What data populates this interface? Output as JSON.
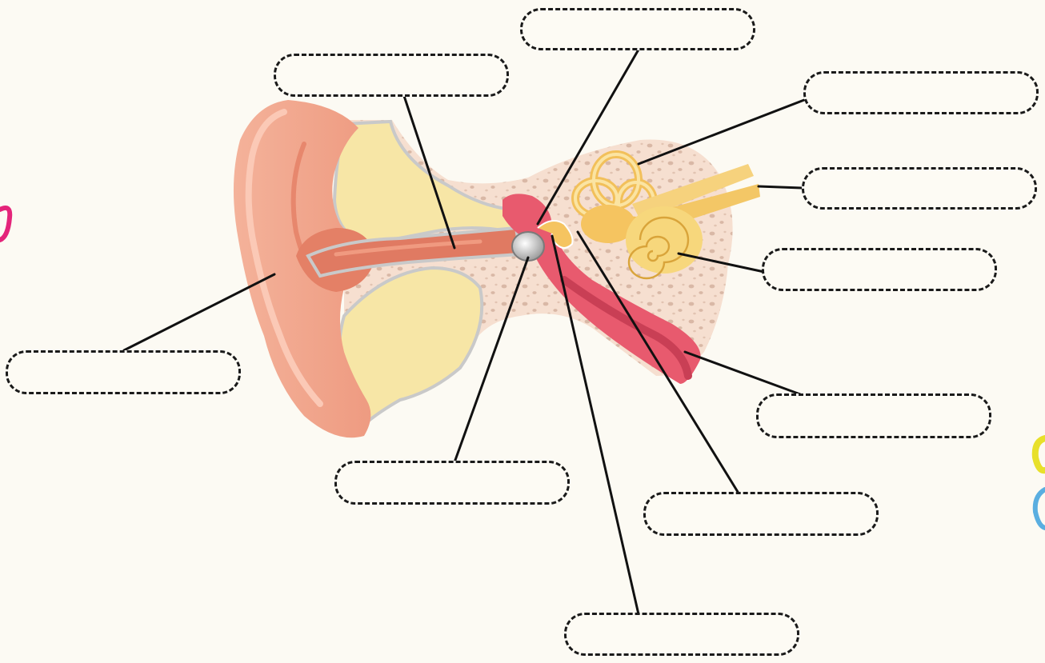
{
  "diagram": {
    "subject": "ear-anatomy",
    "colors": {
      "background": "#fcfaf3",
      "outer_ear": "#f2a48a",
      "ear_canal": "#e07a62",
      "bone": "#f6dfd0",
      "tissue": "#f7e6a6",
      "middle_ear_wall": "#e85a6e",
      "ossicles": "#f5c460",
      "eardrum": "#b8b8b8",
      "label_border": "#1a1a1a",
      "leader_line": "#111111"
    },
    "labels": [
      {
        "id": "top-center",
        "text": ""
      },
      {
        "id": "upper-left",
        "text": ""
      },
      {
        "id": "right-top",
        "text": ""
      },
      {
        "id": "right-second",
        "text": ""
      },
      {
        "id": "right-third",
        "text": ""
      },
      {
        "id": "right-fourth",
        "text": ""
      },
      {
        "id": "left",
        "text": ""
      },
      {
        "id": "bottom-left",
        "text": ""
      },
      {
        "id": "bottom-right",
        "text": ""
      },
      {
        "id": "bottom-center",
        "text": ""
      }
    ],
    "edge_decorations": [
      "pink-swirl",
      "yellow-swirl",
      "blue-swirl"
    ]
  }
}
